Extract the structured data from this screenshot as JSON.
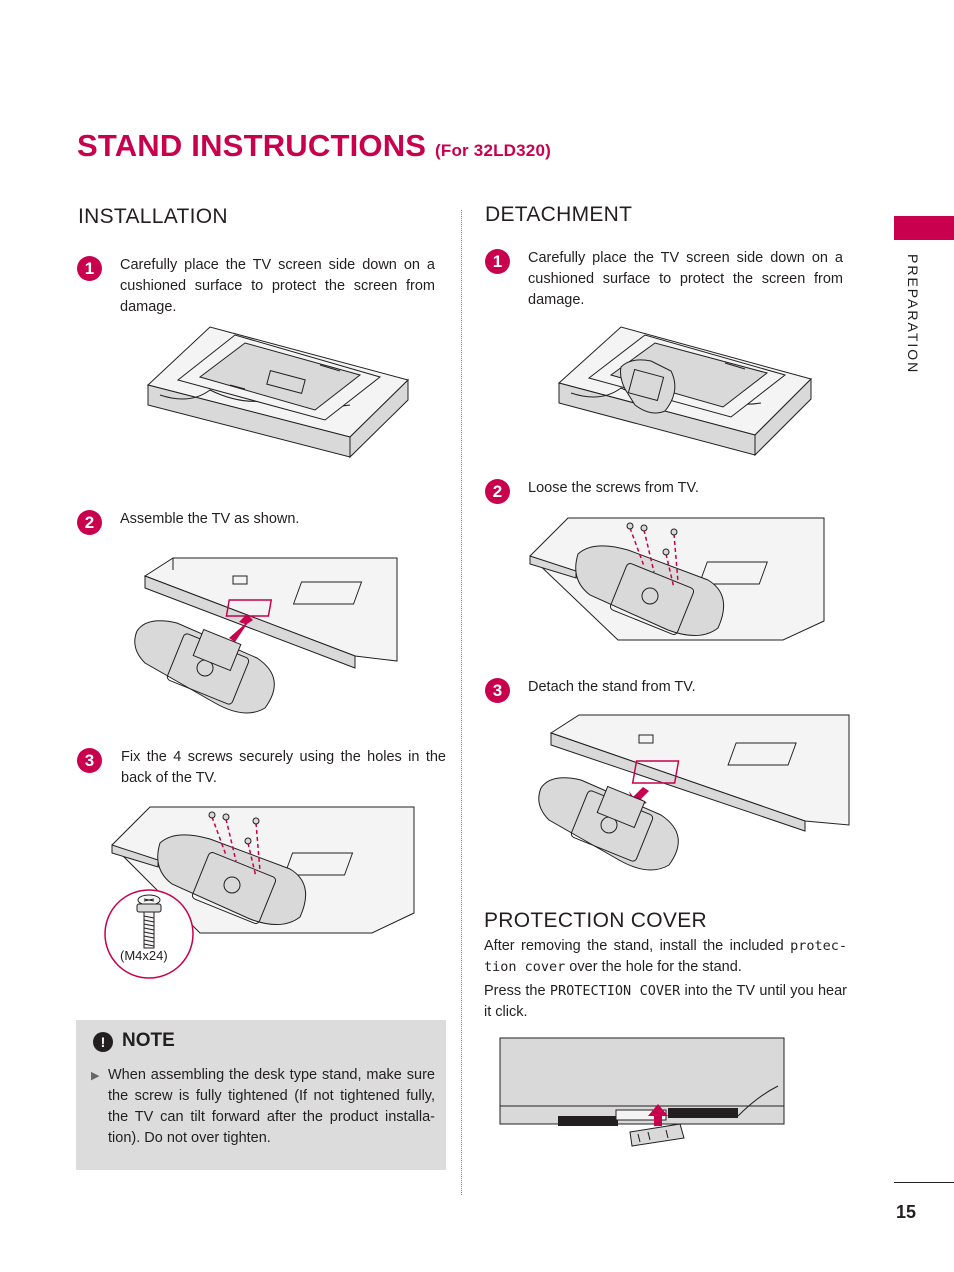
{
  "title": {
    "main": "STAND INSTRUCTIONS",
    "sub": "(For 32LD320)"
  },
  "side_tab": {
    "label": "PREPARATION"
  },
  "page_number": "15",
  "installation": {
    "heading": "INSTALLATION",
    "steps": [
      {
        "num": "1",
        "text": "Carefully place the TV screen side down on a cushioned surface to protect the screen from damage."
      },
      {
        "num": "2",
        "text": "Assemble the TV as shown."
      },
      {
        "num": "3",
        "text": "Fix the 4 screws securely using the holes in the back of the TV."
      }
    ],
    "screw_label": "(M4x24)"
  },
  "note": {
    "heading": "NOTE",
    "icon": "exclamation-icon",
    "bullet": "When assembling the desk type stand, make sure the screw is fully tightened (If not tightened fully, the TV can tilt forward after the product installa- tion). Do not  over tighten."
  },
  "detachment": {
    "heading": "DETACHMENT",
    "steps": [
      {
        "num": "1",
        "text": "Carefully place the TV screen side down on a cushioned surface to protect the screen from damage."
      },
      {
        "num": "2",
        "text": "Loose the screws from TV."
      },
      {
        "num": "3",
        "text": "Detach the stand from TV."
      }
    ]
  },
  "protection_cover": {
    "heading": "PROTECTION COVER",
    "p1_before": "After removing the stand, install the included ",
    "p1_term": "protec- tion cover",
    "p1_after": " over the hole for the stand.",
    "p2_before": "Press the ",
    "p2_term": "PROTECTION COVER",
    "p2_after": " into the TV until you hear it click."
  },
  "colors": {
    "accent": "#c8004d",
    "note_bg": "#dcdcdc",
    "text": "#231f20"
  }
}
